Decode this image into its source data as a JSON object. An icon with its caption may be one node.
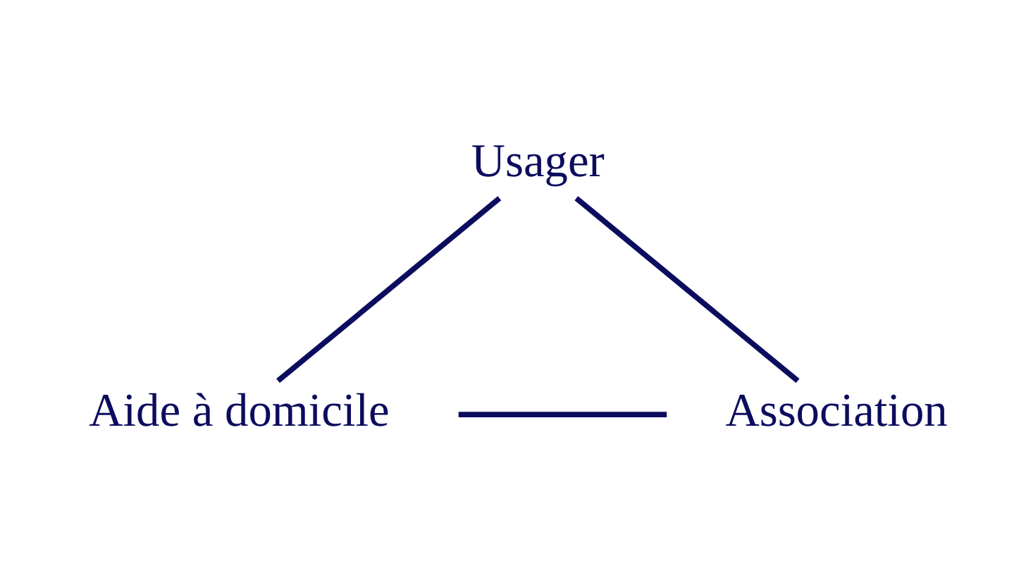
{
  "diagram": {
    "nodes": [
      {
        "text": [
          "Usager"
        ]
      },
      {
        "text": [
          "Aide à domicile"
        ]
      },
      {
        "text": [
          "Association"
        ]
      }
    ],
    "edges": [
      {
        "from": 0,
        "to": 1,
        "arrow": "none"
      },
      {
        "from": 0,
        "to": 2,
        "arrow": "none"
      },
      {
        "from": 2,
        "to": 1,
        "arrow": "none"
      }
    ]
  }
}
